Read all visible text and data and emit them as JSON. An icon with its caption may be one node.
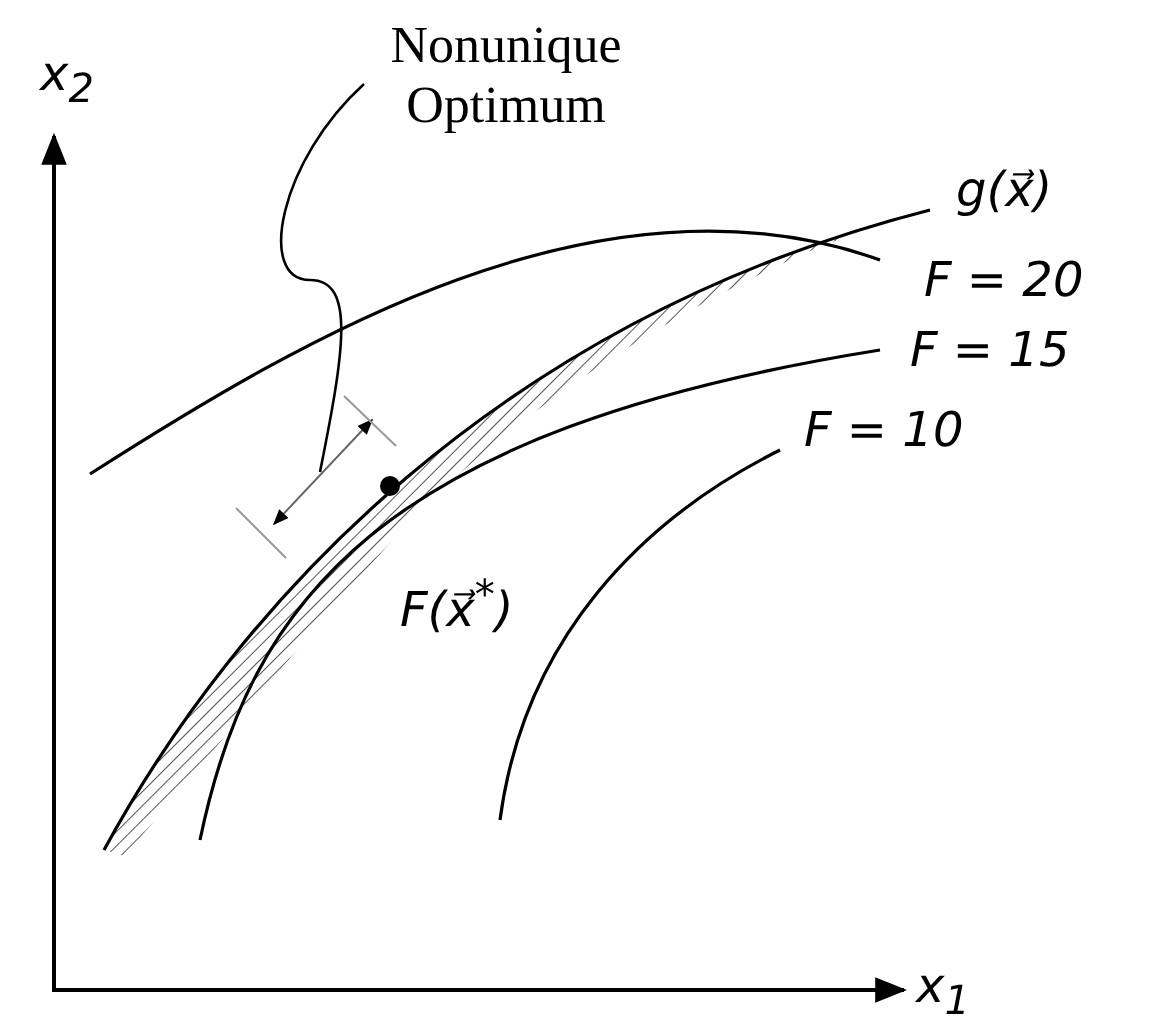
{
  "diagram": {
    "nodes": [
      {
        "text": [
          "Nonunique Optimum"
        ]
      },
      {
        "text": [],
        "shape": "arrow"
      }
    ],
    "edges": [
      {
        "from": 0,
        "to": 1,
        "arrow": "none"
      }
    ],
    "labels": [
      "x$_{2}$",
      "g(x⃗)",
      "F = 20",
      "F = 15",
      "F = 10",
      "F(x⃗$^{*}$)",
      "x$_{1}$"
    ]
  }
}
